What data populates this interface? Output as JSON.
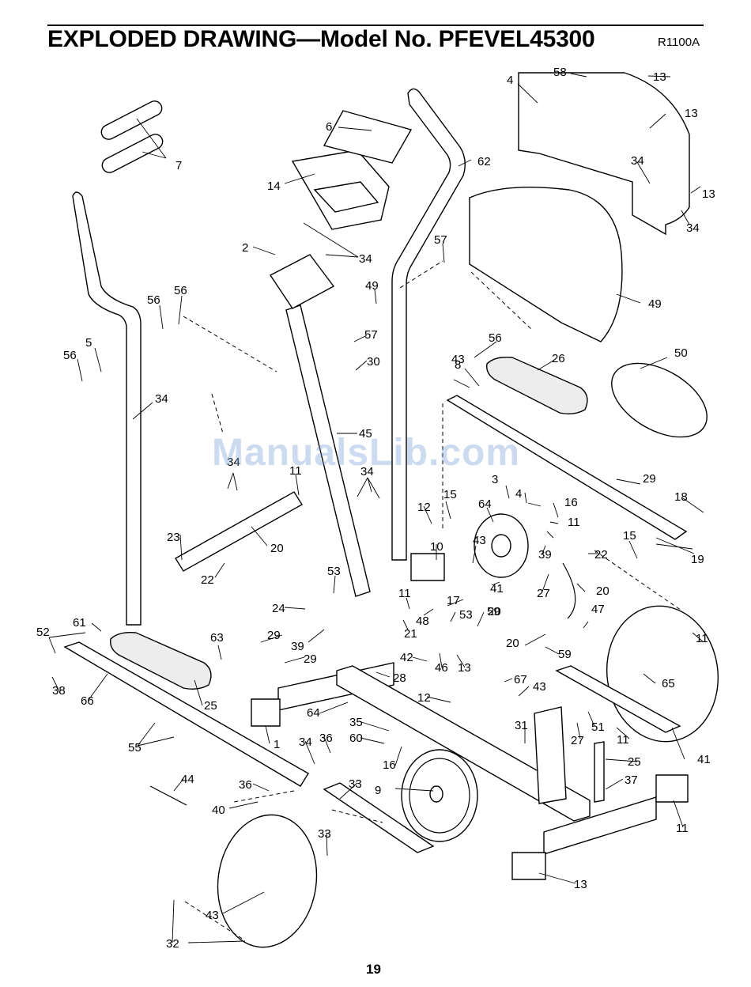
{
  "header": {
    "title": "EXPLODED DRAWING—Model No. PFEVEL45300",
    "revision": "R1100A"
  },
  "page_number": "19",
  "watermark": "ManualsLib.com",
  "callouts": [
    {
      "label": "58"
    },
    {
      "label": "13"
    },
    {
      "label": "4"
    },
    {
      "label": "13"
    },
    {
      "label": "6"
    },
    {
      "label": "7"
    },
    {
      "label": "62"
    },
    {
      "label": "14"
    },
    {
      "label": "34"
    },
    {
      "label": "13"
    },
    {
      "label": "34"
    },
    {
      "label": "2"
    },
    {
      "label": "34"
    },
    {
      "label": "57"
    },
    {
      "label": "56"
    },
    {
      "label": "56"
    },
    {
      "label": "49"
    },
    {
      "label": "49"
    },
    {
      "label": "56"
    },
    {
      "label": "5"
    },
    {
      "label": "57"
    },
    {
      "label": "56"
    },
    {
      "label": "50"
    },
    {
      "label": "34"
    },
    {
      "label": "30"
    },
    {
      "label": "8"
    },
    {
      "label": "26"
    },
    {
      "label": "43"
    },
    {
      "label": "45"
    },
    {
      "label": "34"
    },
    {
      "label": "34"
    },
    {
      "label": "11"
    },
    {
      "label": "3"
    },
    {
      "label": "4"
    },
    {
      "label": "29"
    },
    {
      "label": "15"
    },
    {
      "label": "64"
    },
    {
      "label": "16"
    },
    {
      "label": "18"
    },
    {
      "label": "12"
    },
    {
      "label": "11"
    },
    {
      "label": "23"
    },
    {
      "label": "20"
    },
    {
      "label": "43"
    },
    {
      "label": "39"
    },
    {
      "label": "19"
    },
    {
      "label": "15"
    },
    {
      "label": "10"
    },
    {
      "label": "22"
    },
    {
      "label": "22"
    },
    {
      "label": "53"
    },
    {
      "label": "41"
    },
    {
      "label": "27"
    },
    {
      "label": "20"
    },
    {
      "label": "11"
    },
    {
      "label": "17"
    },
    {
      "label": "59"
    },
    {
      "label": "24"
    },
    {
      "label": "48"
    },
    {
      "label": "47"
    },
    {
      "label": "53"
    },
    {
      "label": "20"
    },
    {
      "label": "61"
    },
    {
      "label": "21"
    },
    {
      "label": "52"
    },
    {
      "label": "63"
    },
    {
      "label": "29"
    },
    {
      "label": "39"
    },
    {
      "label": "20"
    },
    {
      "label": "11"
    },
    {
      "label": "59"
    },
    {
      "label": "29"
    },
    {
      "label": "42"
    },
    {
      "label": "46"
    },
    {
      "label": "13"
    },
    {
      "label": "28"
    },
    {
      "label": "38"
    },
    {
      "label": "66"
    },
    {
      "label": "67"
    },
    {
      "label": "65"
    },
    {
      "label": "25"
    },
    {
      "label": "43"
    },
    {
      "label": "12"
    },
    {
      "label": "64"
    },
    {
      "label": "35"
    },
    {
      "label": "31"
    },
    {
      "label": "51"
    },
    {
      "label": "55"
    },
    {
      "label": "1"
    },
    {
      "label": "34"
    },
    {
      "label": "36"
    },
    {
      "label": "60"
    },
    {
      "label": "16"
    },
    {
      "label": "27"
    },
    {
      "label": "11"
    },
    {
      "label": "41"
    },
    {
      "label": "25"
    },
    {
      "label": "44"
    },
    {
      "label": "36"
    },
    {
      "label": "33"
    },
    {
      "label": "37"
    },
    {
      "label": "40"
    },
    {
      "label": "9"
    },
    {
      "label": "11"
    },
    {
      "label": "33"
    },
    {
      "label": "13"
    },
    {
      "label": "43"
    },
    {
      "label": "32"
    },
    {
      "label": "27"
    },
    {
      "label": "35"
    },
    {
      "label": "27"
    },
    {
      "label": "37"
    },
    {
      "label": "13"
    }
  ]
}
